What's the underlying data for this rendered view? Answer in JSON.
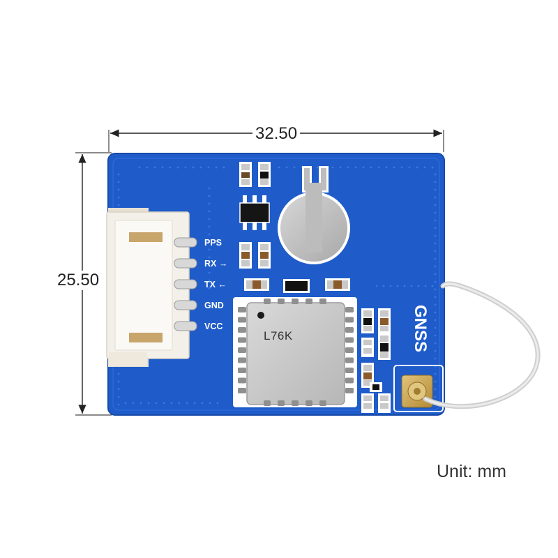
{
  "dimensions": {
    "width": "32.50",
    "height": "25.50",
    "unit": "Unit: mm"
  },
  "board": {
    "pins": [
      "PPS",
      "RX →",
      "TX ←",
      "GND",
      "VCC"
    ],
    "module": "L76K",
    "brand": "GNSS",
    "colors": {
      "pcb": "#1f5cc9",
      "silkscreen": "#ffffff",
      "connector": "#f3f0ea",
      "module_shield": "#c9c9c9"
    }
  }
}
